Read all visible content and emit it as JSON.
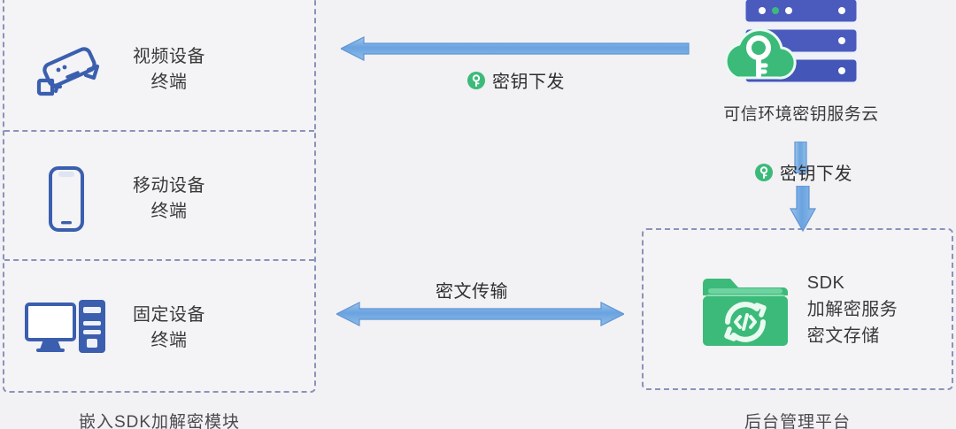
{
  "colors": {
    "background": "#f2f1f4",
    "panel_fill": "#f4f3f6",
    "dashed_border": "#8a93b8",
    "device_blue": "#3b5fae",
    "server_blue": "#4a5bbd",
    "accent_green": "#35b униcode"
  },
  "terminal_group": {
    "caption": "嵌入SDK加解密模块",
    "items": [
      {
        "icon": "cctv-camera-icon",
        "label": "视频设备\n终端"
      },
      {
        "icon": "mobile-phone-icon",
        "label": "移动设备\n终端"
      },
      {
        "icon": "desktop-computer-icon",
        "label": "固定设备\n终端"
      }
    ]
  },
  "cloud_node": {
    "icon": "server-rack-cloud-key-icon",
    "caption": "可信环境密钥服务云"
  },
  "backend_group": {
    "caption": "后台管理平台",
    "sdk": {
      "icon": "green-folder-code-sync-icon",
      "label": "SDK\n加解密服务\n密文存储"
    }
  },
  "connectors": [
    {
      "name": "key-distribution-horizontal",
      "label": "密钥下发",
      "badge": "key-badge-icon",
      "direction": "left"
    },
    {
      "name": "key-distribution-vertical",
      "label": "密钥下发",
      "badge": "key-badge-icon",
      "direction": "down"
    },
    {
      "name": "ciphertext-transfer",
      "label": "密文传输",
      "badge": null,
      "direction": "both"
    }
  ]
}
